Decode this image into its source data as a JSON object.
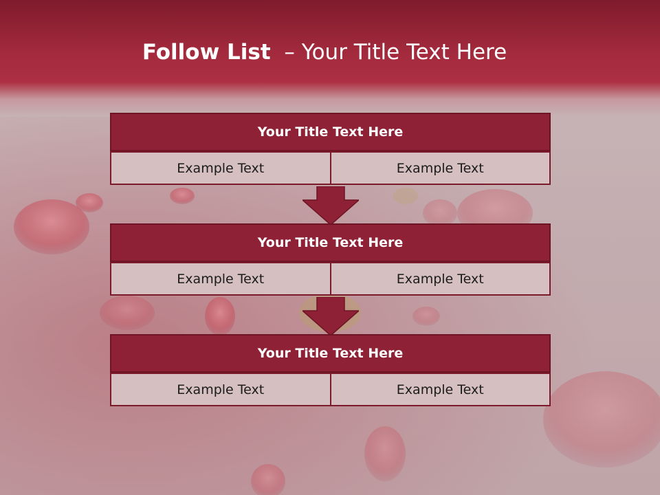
{
  "title": {
    "lead": "Follow List",
    "rest": "– Your Title Text Here"
  },
  "steps": [
    {
      "heading": "Your Title Text Here",
      "left": "Example Text",
      "right": "Example Text"
    },
    {
      "heading": "Your Title Text Here",
      "left": "Example Text",
      "right": "Example Text"
    },
    {
      "heading": "Your Title Text Here",
      "left": "Example Text",
      "right": "Example Text"
    }
  ],
  "colors": {
    "header": "#a32a3d",
    "block_head": "#8e2135",
    "cell": "#d5bfc1",
    "arrow": "#8e2135"
  }
}
